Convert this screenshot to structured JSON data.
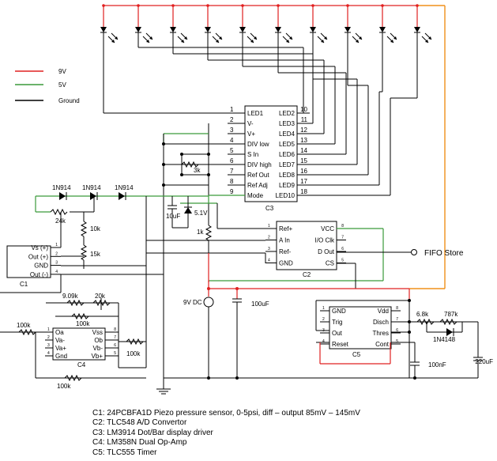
{
  "legend": [
    {
      "label": "9V",
      "color": "#e02020"
    },
    {
      "label": "5V",
      "color": "#3a9a3a"
    },
    {
      "label": "Ground",
      "color": "#000000"
    }
  ],
  "c3": {
    "name": "C3",
    "left_pins": [
      {
        "num": "1",
        "label": "LED1"
      },
      {
        "num": "2",
        "label": "V-"
      },
      {
        "num": "3",
        "label": "V+"
      },
      {
        "num": "4",
        "label": "DIV low"
      },
      {
        "num": "5",
        "label": "S In"
      },
      {
        "num": "6",
        "label": "DIV high"
      },
      {
        "num": "7",
        "label": "Ref Out"
      },
      {
        "num": "8",
        "label": "Ref Adj"
      },
      {
        "num": "9",
        "label": "Mode"
      }
    ],
    "right_pins": [
      {
        "num": "10",
        "label": "LED2"
      },
      {
        "num": "11",
        "label": "LED3"
      },
      {
        "num": "12",
        "label": "LED4"
      },
      {
        "num": "13",
        "label": "LED5"
      },
      {
        "num": "14",
        "label": "LED6"
      },
      {
        "num": "15",
        "label": "LED7"
      },
      {
        "num": "16",
        "label": "LED8"
      },
      {
        "num": "17",
        "label": "LED9"
      },
      {
        "num": "18",
        "label": "LED10"
      }
    ]
  },
  "c2": {
    "name": "C2",
    "left_pins": [
      {
        "num": "1",
        "label": "Ref+"
      },
      {
        "num": "2",
        "label": "A In"
      },
      {
        "num": "3",
        "label": "Ref-"
      },
      {
        "num": "4",
        "label": "GND"
      }
    ],
    "right_pins": [
      {
        "num": "8",
        "label": "VCC"
      },
      {
        "num": "7",
        "label": "I/O Clk"
      },
      {
        "num": "6",
        "label": "D Out"
      },
      {
        "num": "5",
        "label": "CS"
      }
    ]
  },
  "c1": {
    "name": "C1",
    "pins": [
      {
        "num": "1",
        "label": "Vs (+)"
      },
      {
        "num": "2",
        "label": "Out (+)"
      },
      {
        "num": "3",
        "label": "GND"
      },
      {
        "num": "4",
        "label": "Out (-)"
      }
    ]
  },
  "c4": {
    "name": "C4",
    "left_pins": [
      {
        "num": "1",
        "label": "Oa"
      },
      {
        "num": "2",
        "label": "Va-"
      },
      {
        "num": "3",
        "label": "Va+"
      },
      {
        "num": "4",
        "label": "Gnd"
      }
    ],
    "right_pins": [
      {
        "num": "8",
        "label": "Vss"
      },
      {
        "num": "7",
        "label": "Ob"
      },
      {
        "num": "6",
        "label": "Vb-"
      },
      {
        "num": "5",
        "label": "Vb+"
      }
    ]
  },
  "c5": {
    "name": "C5",
    "left_pins": [
      {
        "num": "1",
        "label": "GND"
      },
      {
        "num": "2",
        "label": "Trig"
      },
      {
        "num": "3",
        "label": "Out"
      },
      {
        "num": "4",
        "label": "Reset"
      }
    ],
    "right_pins": [
      {
        "num": "8",
        "label": "Vdd"
      },
      {
        "num": "7",
        "label": "Disch"
      },
      {
        "num": "6",
        "label": "Thres"
      },
      {
        "num": "5",
        "label": "Cont"
      }
    ]
  },
  "labels": {
    "fifo": "FIFO Store",
    "battery": "9V DC",
    "diode_1": "1N914",
    "diode_2": "1N914",
    "diode_3": "1N914",
    "diode_4": "1N4148",
    "r_24k": "24k",
    "r_10k": "10k",
    "r_15k": "15k",
    "r_3k": "3k",
    "r_1k": "1k",
    "r_909k": "9.09k",
    "r_20k": "20k",
    "r_100k_a": "100k",
    "r_100k_b": "100k",
    "r_100k_c": "100k",
    "r_100k_d": "100k",
    "r_68k": "6.8k",
    "r_787k": "787k",
    "c_10uf": "10uF",
    "c_100uf": "100uF",
    "c_100nf": "100nF",
    "c_220uf": "220uF",
    "zener": "5.1V"
  },
  "notes": [
    "C1: 24PCBFA1D Piezo pressure sensor, 0-5psi, diff – output 85mV – 145mV",
    "C2: TLC548 A/D Convertor",
    "C3: LM3914 Dot/Bar display driver",
    "C4: LM358N Dual Op-Amp",
    "C5: TLC555 Timer"
  ]
}
